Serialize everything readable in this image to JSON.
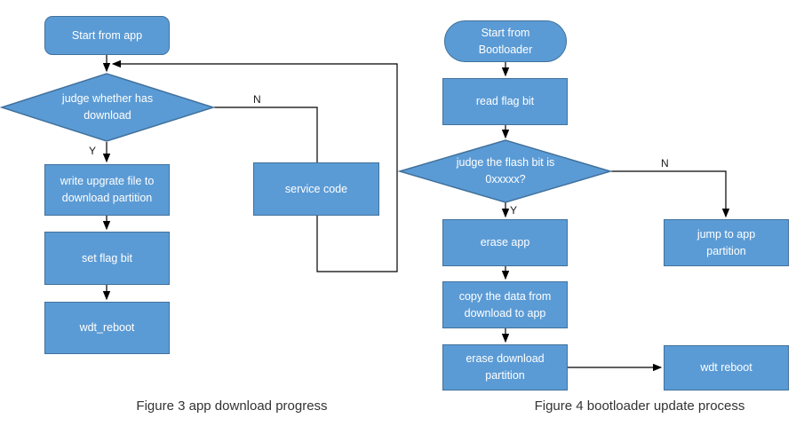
{
  "colors": {
    "node_fill": "#5b9bd5",
    "node_border": "#41719c",
    "connector": "#000000",
    "node_text": "#ffffff",
    "caption_text": "#333333",
    "background": "#ffffff"
  },
  "figure3": {
    "caption": "Figure 3 app download progress",
    "nodes": {
      "start": "Start from app",
      "judge_download": "judge whether has download",
      "write_upgrade": "write upgrate file to download partition",
      "set_flag": "set flag bit",
      "wdt_reboot": "wdt_reboot",
      "service_code": "service code"
    },
    "branch_labels": {
      "yes": "Y",
      "no": "N"
    }
  },
  "figure4": {
    "caption": "Figure 4 bootloader update process",
    "nodes": {
      "start": "Start from Bootloader",
      "read_flag": "read flag bit",
      "judge_flash": "judge the flash bit is 0xxxxx?",
      "erase_app": "erase app",
      "copy_data": "copy the data from download to app",
      "erase_download": "erase download partition",
      "jump_app": "jump to app partition",
      "wdt_reboot": "wdt reboot"
    },
    "branch_labels": {
      "yes": "Y",
      "no": "N"
    }
  }
}
